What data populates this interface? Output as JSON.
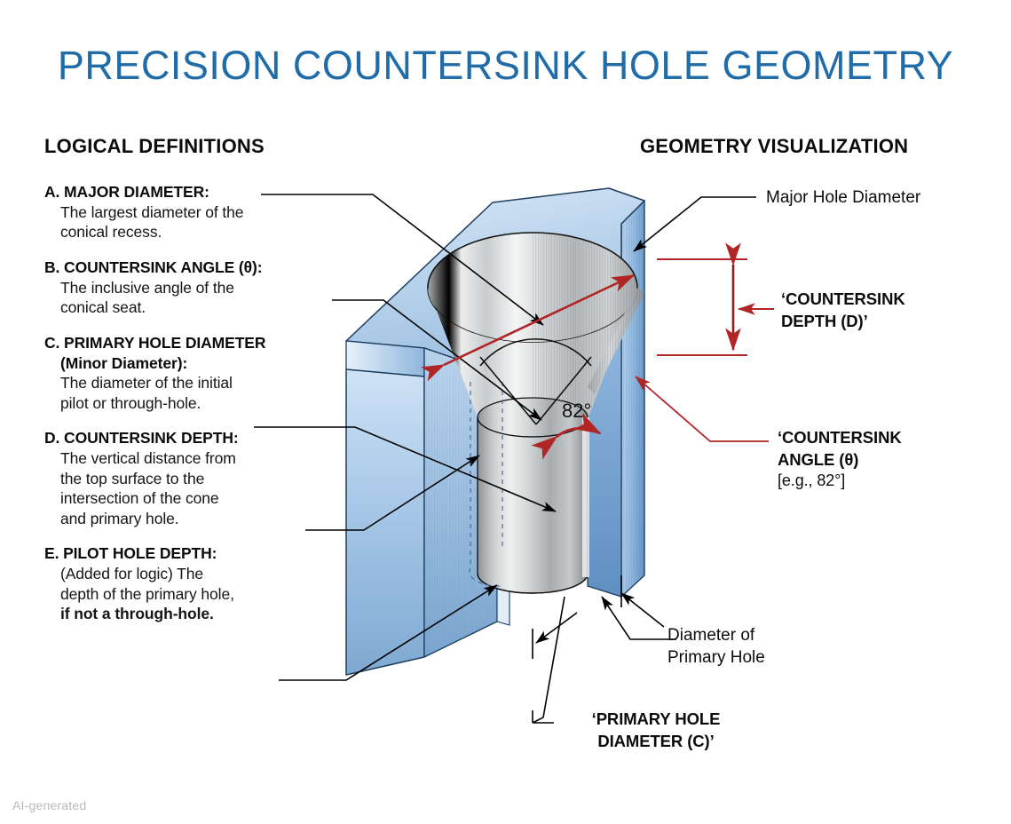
{
  "title": "PRECISION COUNTERSINK HOLE GEOMETRY",
  "headers": {
    "left": "LOGICAL DEFINITIONS",
    "right": "GEOMETRY VISUALIZATION"
  },
  "definitions": [
    {
      "term": "A. MAJOR DIAMETER:",
      "lines": [
        "The largest diameter of the",
        "conical recess."
      ],
      "bold_lines": false
    },
    {
      "term": "B. COUNTERSINK ANGLE (θ):",
      "lines": [
        "The inclusive angle of the",
        "conical seat."
      ],
      "bold_lines": false
    },
    {
      "term": "C. PRIMARY HOLE DIAMETER",
      "term2": "(Minor Diameter):",
      "lines": [
        "The diameter of the initial",
        "pilot or through-hole."
      ],
      "bold_lines": false
    },
    {
      "term": "D. COUNTERSINK DEPTH:",
      "lines": [
        "The vertical distance from",
        "the top surface to the",
        "intersection of the cone",
        "and primary hole."
      ],
      "bold_lines": false
    },
    {
      "term": "E. PILOT HOLE DEPTH:",
      "lines": [
        "(Added for logic) The",
        "depth of the primary hole,"
      ],
      "bold_line_last": "if not a through-hole."
    }
  ],
  "callouts": {
    "major_hole_diameter": "Major Hole Diameter",
    "countersink_depth_l1": "‘COUNTERSINK",
    "countersink_depth_l2": "DEPTH (D)’",
    "countersink_angle_l1": "‘COUNTERSINK",
    "countersink_angle_l2": "ANGLE (θ)",
    "countersink_angle_l3": "[e.g., 82°]",
    "primary_hole_dia_l1": "Diameter of",
    "primary_hole_dia_l2": "Primary Hole",
    "primary_hole_label_l1": "‘PRIMARY HOLE",
    "primary_hole_label_l2": "DIAMETER (C)’",
    "angle_value": "82°"
  },
  "watermark": "AI-generated",
  "colors": {
    "title": "#1f6ca8",
    "text": "#0c0c0c",
    "dimension_red": "#b12526",
    "block_blue_light": "#cfe0f2",
    "block_blue_mid": "#9cc2e3",
    "block_blue_dark": "#6d9dc9",
    "metal_light": "#f2f2f2",
    "metal_mid": "#c3c6c9",
    "metal_dark": "#8f9497",
    "outline": "#16334d",
    "leader": "#000000",
    "watermark": "#b9b9b9"
  }
}
